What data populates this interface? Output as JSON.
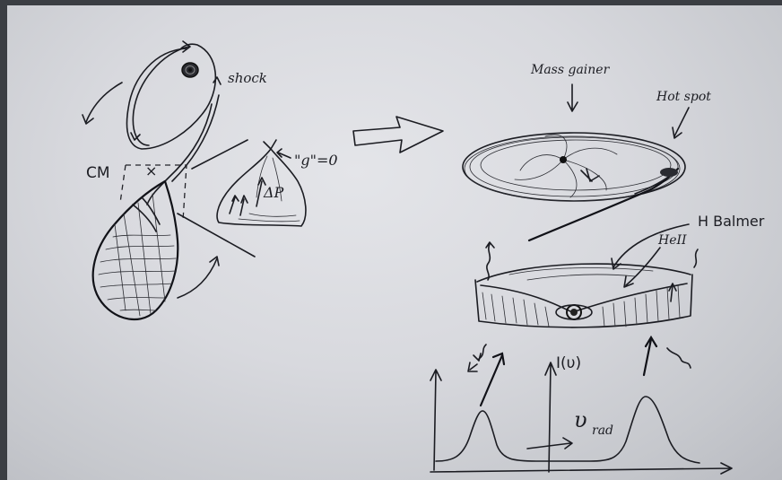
{
  "labels": {
    "shock": "shock",
    "cm": "CM",
    "cm_marker": "×",
    "g_zero": "\"g\"=0",
    "delta_p": "ΔP",
    "mass_gainer": "Mass gainer",
    "hot_spot": "Hot spot",
    "h_balmer": "H Balmer",
    "he_ii": "HeII",
    "intensity": "I(υ)",
    "v_rad": "υ",
    "v_rad_sub": "rad"
  },
  "colors": {
    "ink": "#1b1c22",
    "paper": "#dcdde2",
    "frame": "#3b3e43"
  },
  "icons": {
    "transition_arrow": "double-outline-right-arrow",
    "gainer_star": "spiral-dot",
    "small_star": "concentric-circles"
  }
}
